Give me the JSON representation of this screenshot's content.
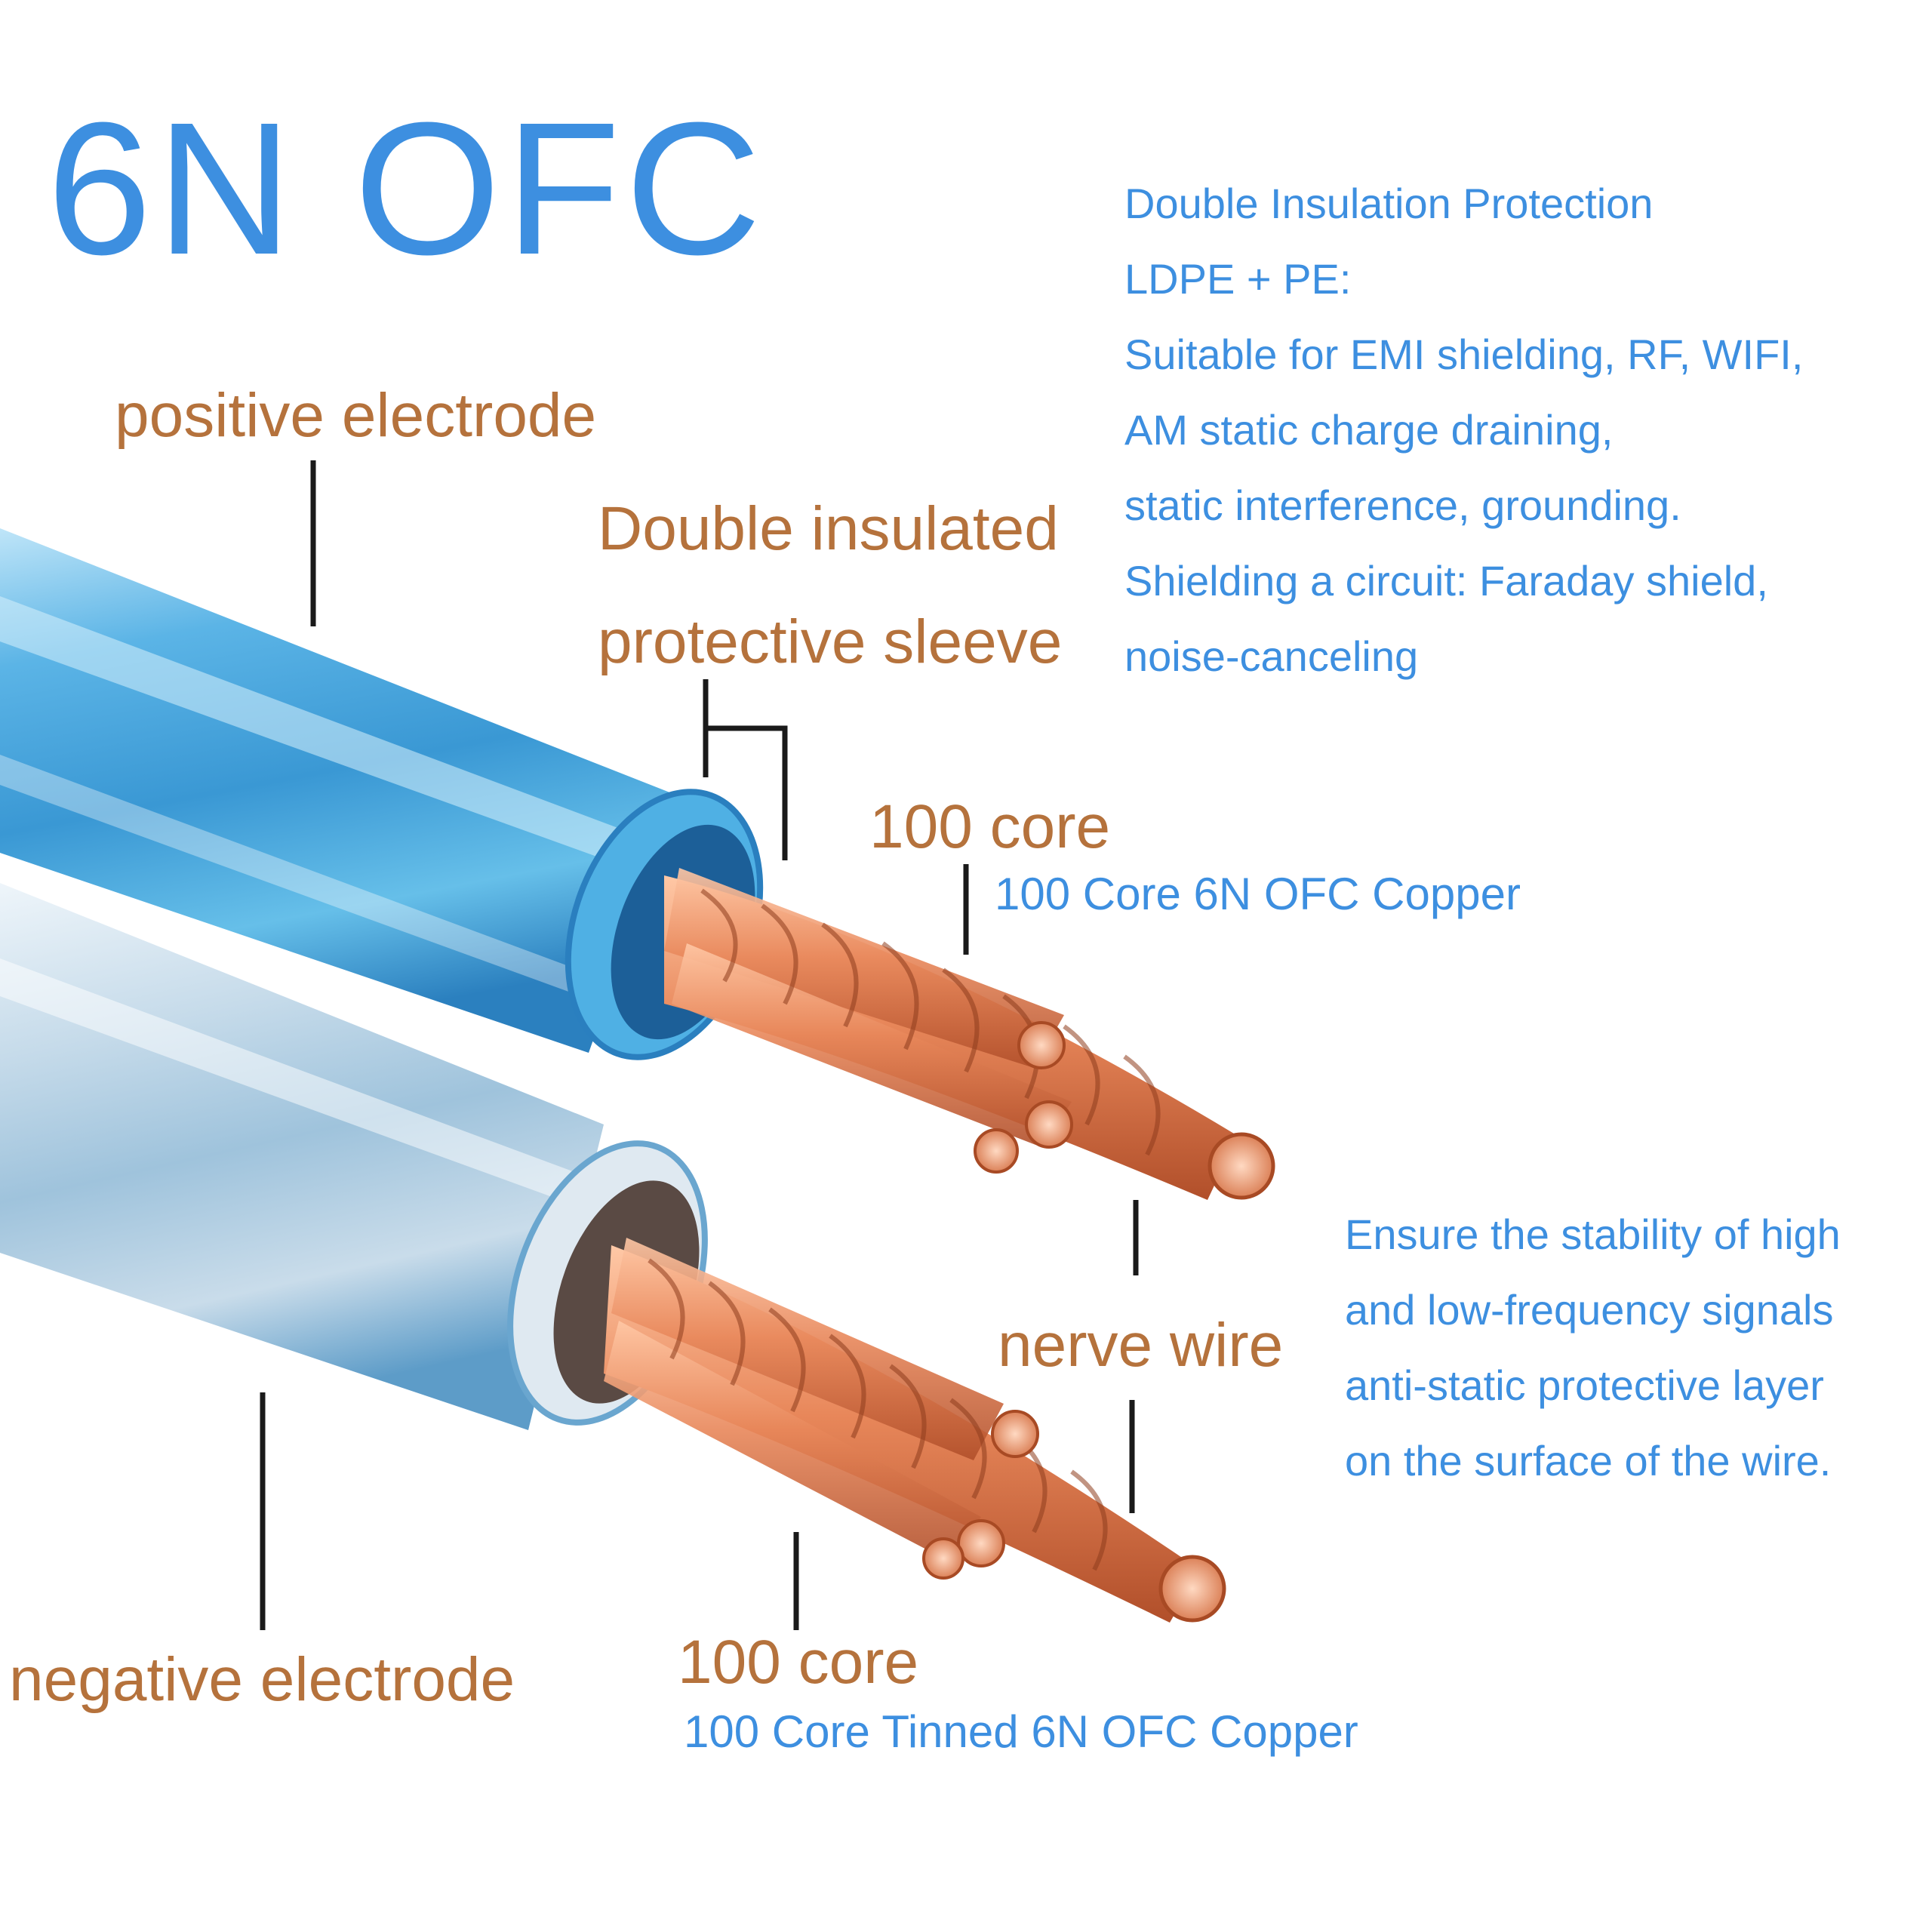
{
  "title": "6N OFC",
  "labels": {
    "positive_electrode": "positive electrode",
    "double_insulated_line1": "Double insulated",
    "double_insulated_line2": "protective sleeve",
    "core_top": "100 core",
    "core_top_sub": "100 Core 6N OFC Copper",
    "nerve_wire": "nerve wire",
    "negative_electrode": "negative electrode",
    "core_bottom": "100 core",
    "core_bottom_sub": "100 Core Tinned 6N OFC Copper"
  },
  "insulation_description": [
    "Double Insulation Protection",
    "LDPE + PE:",
    "Suitable for EMI shielding, RF, WIFI,",
    "AM static charge draining,",
    "static interference, grounding.",
    "Shielding a circuit: Faraday shield,",
    "noise-canceling"
  ],
  "stability_description": [
    "Ensure the stability of high",
    "and low-frequency signals",
    "anti-static protective layer",
    "on the surface of the wire."
  ],
  "colors": {
    "accent_blue": "#3d8fe0",
    "label_brown": "#b5723c",
    "copper": "#e07a4e",
    "sleeve_blue": "#4aa8dc",
    "silver": "#c9d3dc"
  }
}
